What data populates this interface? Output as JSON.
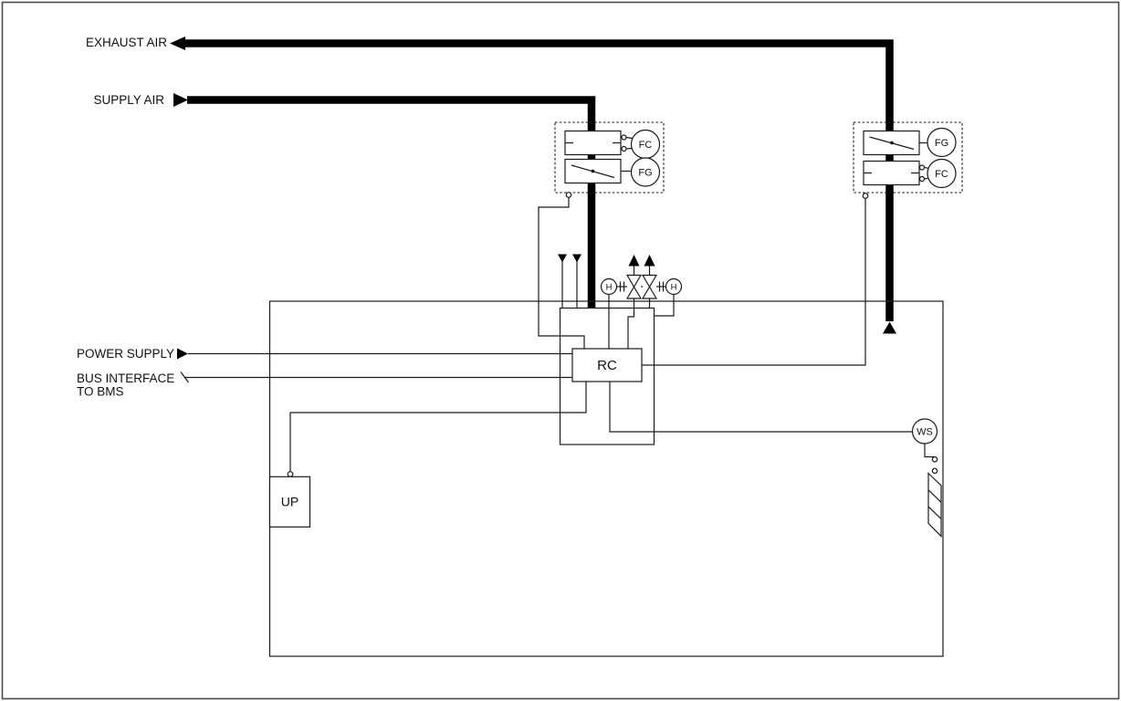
{
  "diagram": {
    "kind": "HVAC room automation schematic",
    "colors": {
      "line": "#1a1a1a",
      "duct": "#000000",
      "background": "#ffffff"
    }
  },
  "labels": {
    "exhaust_air": "EXHAUST AIR",
    "supply_air": "SUPPLY AIR",
    "power_supply": "POWER SUPPLY",
    "bus_interface": "BUS INTERFACE",
    "to_bms": "TO BMS"
  },
  "components": {
    "rc": "RC",
    "up": "UP",
    "ws": "WS",
    "h": "H",
    "fc": "FC",
    "fg": "FG"
  }
}
